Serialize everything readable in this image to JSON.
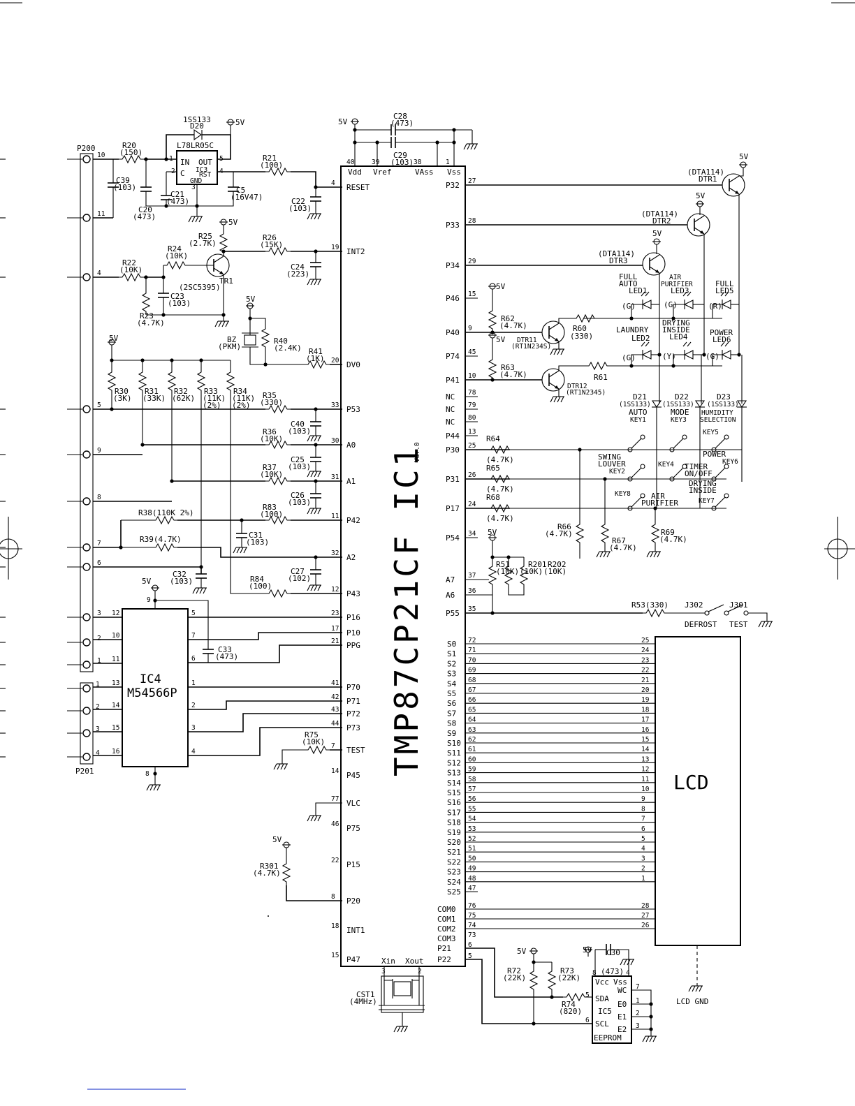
{
  "supply": "5V",
  "connectors": {
    "p200": "P200",
    "p201": "P201"
  },
  "p200_pins": [
    "10",
    "11",
    "4",
    "5",
    "9",
    "8",
    "7",
    "6",
    "3",
    "2",
    "1"
  ],
  "p201_pins": [
    "1",
    "2",
    "3",
    "4"
  ],
  "regulator": {
    "diode_name": "1SS133",
    "diode_ref": "D20",
    "part": "L78LR05C",
    "ref": "IC3",
    "in": "IN",
    "out": "OUT",
    "c": "C",
    "rst": "RST",
    "gnd": "GND",
    "pins": [
      "1",
      "2",
      "3",
      "4",
      "5"
    ]
  },
  "caps": {
    "c39": "C39",
    "c39v": "(103)",
    "c20": "C20",
    "c20v": "(473)",
    "c21": "C21",
    "c21v": "(473)",
    "c5": "C5",
    "c5v": "(16V47)",
    "c22": "C22",
    "c22v": "(103)",
    "c23": "C23",
    "c23v": "(103)",
    "c24": "C24",
    "c24v": "(223)",
    "c28": "C28",
    "c28v": "(473)",
    "c29": "C29",
    "c29v": "(103)",
    "c40": "C40",
    "c40v": "(103)",
    "c25": "C25",
    "c25v": "(103)",
    "c26": "C26",
    "c26v": "(103)",
    "c31": "C31",
    "c31v": "(103)",
    "c32": "C32",
    "c32v": "(103)",
    "c27": "C27",
    "c27v": "(102)",
    "c33": "C33",
    "c33v": "(473)",
    "c30": "C30",
    "c30v": "(473)"
  },
  "resistors": {
    "r20": "R20",
    "r20v": "(150)",
    "r21": "R21",
    "r21v": "(100)",
    "r22": "R22",
    "r22v": "(10K)",
    "r23": "R23",
    "r23v": "(4.7K)",
    "r24": "R24",
    "r24v": "(10K)",
    "r25": "R25",
    "r25v": "(2.7K)",
    "r26": "R26",
    "r26v": "(15K)",
    "r40": "R40",
    "r40v": "(2.4K)",
    "r41": "R41",
    "r41v": "(1K)",
    "r30": "R30",
    "r30v": "(3K)",
    "r31": "R31",
    "r31v": "(33K)",
    "r32": "R32",
    "r32v": "(62K)",
    "r33": "R33",
    "r33v": "(11K)",
    "r33t": "(2%)",
    "r34": "R34",
    "r34v": "(11K)",
    "r34t": "(2%)",
    "r35": "R35",
    "r35v": "(330)",
    "r36": "R36",
    "r36v": "(10K)",
    "r37": "R37",
    "r37v": "(10K)",
    "r83": "R83",
    "r83v": "(100)",
    "r84": "R84",
    "r84v": "(100)",
    "r38": "R38(110K 2%)",
    "r39": "R39(4.7K)",
    "r75": "R75",
    "r75v": "(10K)",
    "r301": "R301",
    "r301v": "(4.7K)",
    "r62": "R62",
    "r62v": "(4.7K)",
    "r63": "R63",
    "r63v": "(4.7K)",
    "r60": "R60",
    "r60v": "(330)",
    "r61": "R61",
    "r64": "R64",
    "r64v": "(4.7K)",
    "r65": "R65",
    "r65v": "(4.7K)",
    "r68": "R68",
    "r68v": "(4.7K)",
    "r66": "R66",
    "r66v": "(4.7K)",
    "r67": "R67",
    "r67v": "(4.7K)",
    "r69": "R69",
    "r69v": "(4.7K)",
    "r51": "R51",
    "r51v": "(10K)",
    "r201": "R201",
    "r201v": "(10K)",
    "r202": "R202",
    "r202v": "(10K)",
    "r53": "R53(330)",
    "r72": "R72",
    "r72v": "(22K)",
    "r73": "R73",
    "r73v": "(22K)",
    "r74": "R74",
    "r74v": "(820)"
  },
  "tr1": {
    "ref": "TR1",
    "part": "(2SC5395)"
  },
  "buzzer": {
    "ref": "BZ",
    "part": "(PKM)"
  },
  "ic4": {
    "ref": "IC4",
    "part": "M54566P",
    "pins_left": [
      "12",
      "10",
      "11",
      "13",
      "14",
      "15",
      "16"
    ],
    "pins_right": [
      "5",
      "7",
      "6",
      "1",
      "2",
      "3",
      "4"
    ],
    "vcc_pin": "9",
    "gnd_pin": "8"
  },
  "ic1": {
    "name": "TMP87CP21CF  IC1",
    "ver": "Var.0",
    "top_pins": [
      "Vdd",
      "Vref",
      "VAss",
      "Vss"
    ],
    "top_nums": [
      "40",
      "39",
      "38",
      "1"
    ],
    "left_pins": [
      "RESET",
      "INT2",
      "DV0",
      "P53",
      "A0",
      "A1",
      "P42",
      "A2",
      "P43",
      "P16",
      "P10",
      "PPG",
      "P70",
      "P71",
      "P72",
      "P73",
      "TEST",
      "P45",
      "VLC",
      "P75",
      "P15",
      "P20",
      "INT1",
      "P47"
    ],
    "left_nums": [
      "4",
      "19",
      "20",
      "33",
      "30",
      "31",
      "11",
      "32",
      "12",
      "23",
      "17",
      "21",
      "41",
      "42",
      "43",
      "44",
      "7",
      "14",
      "77",
      "46",
      "22",
      "8",
      "18",
      "15"
    ],
    "right_pins": [
      "P32",
      "P33",
      "P34",
      "P46",
      "P40",
      "P74",
      "P41",
      "NC",
      "NC",
      "NC",
      "P44",
      "P30",
      "P31",
      "P17",
      "P54",
      "A7",
      "A6",
      "P55"
    ],
    "right_nums": [
      "27",
      "28",
      "29",
      "15",
      "9",
      "45",
      "10",
      "78",
      "79",
      "80",
      "13",
      "25",
      "26",
      "24",
      "34",
      "37",
      "36",
      "35"
    ],
    "seg_pins": [
      "S0",
      "S1",
      "S2",
      "S3",
      "S4",
      "S5",
      "S6",
      "S7",
      "S8",
      "S9",
      "S10",
      "S11",
      "S12",
      "S13",
      "S14",
      "S15",
      "S16",
      "S17",
      "S18",
      "S19",
      "S20",
      "S21",
      "S22",
      "S23",
      "S24",
      "S25"
    ],
    "seg_nums": [
      "72",
      "71",
      "70",
      "69",
      "68",
      "67",
      "66",
      "65",
      "64",
      "63",
      "62",
      "61",
      "60",
      "59",
      "58",
      "57",
      "56",
      "55",
      "54",
      "53",
      "52",
      "51",
      "50",
      "49",
      "48",
      "47"
    ],
    "com_pins": [
      "COM0",
      "COM1",
      "COM2",
      "COM3",
      "P21",
      "P22"
    ],
    "com_nums": [
      "76",
      "75",
      "74",
      "73",
      "6",
      "5"
    ],
    "xin": "Xin",
    "xout": "Xout",
    "xin_num": "3",
    "xout_num": "2"
  },
  "lcd": {
    "label": "LCD",
    "gnd": "LCD GND",
    "pins": [
      "25",
      "24",
      "23",
      "22",
      "21",
      "20",
      "19",
      "18",
      "17",
      "16",
      "15",
      "14",
      "13",
      "12",
      "11",
      "10",
      "9",
      "8",
      "7",
      "6",
      "5",
      "4",
      "3",
      "2",
      "1"
    ],
    "com_pins": [
      "28",
      "27",
      "26"
    ]
  },
  "transistors": {
    "dtr1": "DTR1",
    "dtr2": "DTR2",
    "dtr3": "DTR3",
    "dta": "(DTA114)",
    "dtr11": "DTR11",
    "dtr11p": "(RT1N234S)",
    "dtr12": "DTR12",
    "dtr12p": "(RT1N2345)"
  },
  "leds": {
    "led1": [
      "FULL",
      "AUTO",
      "LED1"
    ],
    "led1c": "(G)",
    "led3": [
      "AIR",
      "PURIFIER",
      "LED3"
    ],
    "led3c": "(G)",
    "led5": [
      "FULL",
      "LED5"
    ],
    "led5c": "(R)",
    "led2": [
      "LAUNDRY",
      "LED2"
    ],
    "led2c": "(G)",
    "led4": [
      "DRYING",
      "INSIDE",
      "LED4"
    ],
    "led4c": "(Y)",
    "led6": [
      "POWER",
      "LED6"
    ],
    "led6c": "(G)"
  },
  "diodes": {
    "d21": "D21",
    "d22": "D22",
    "d23": "D23",
    "part": "(1SS133)"
  },
  "keys": {
    "key1": [
      "AUTO",
      "KEY1"
    ],
    "key3": [
      "MODE",
      "KEY3"
    ],
    "key5": [
      "HUMIDITY",
      "SELECTION"
    ],
    "key5r": "KEY5",
    "key6": [
      "POWER",
      "KEY6"
    ],
    "key2": [
      "SWING",
      "LOUVER",
      "KEY2"
    ],
    "key4": "KEY4",
    "timer": [
      "TIMER",
      "ON/OFF"
    ],
    "key7": [
      "DRYING",
      "INSIDE",
      "KEY7"
    ],
    "key8": "KEY8",
    "air": [
      "AIR",
      "PURIFIER"
    ]
  },
  "jumpers": {
    "j302": "J302",
    "j301": "J301",
    "defrost": "DEFROST",
    "test": "TEST"
  },
  "crystal": {
    "ref": "CST1",
    "freq": "(4MHz)"
  },
  "ic5": {
    "ref": "IC5",
    "type": "EEPROM",
    "vcc": "Vcc",
    "vss": "Vss",
    "sda": "SDA",
    "scl": "SCL",
    "wc": "WC",
    "e0": "E0",
    "e1": "E1",
    "e2": "E2",
    "pin_vcc": "8",
    "pin_vss": "4",
    "pin_sda": "5",
    "pin_scl": "6",
    "pin_wc": "7",
    "pin_e0": "1",
    "pin_e1": "2",
    "pin_e2": "3"
  }
}
